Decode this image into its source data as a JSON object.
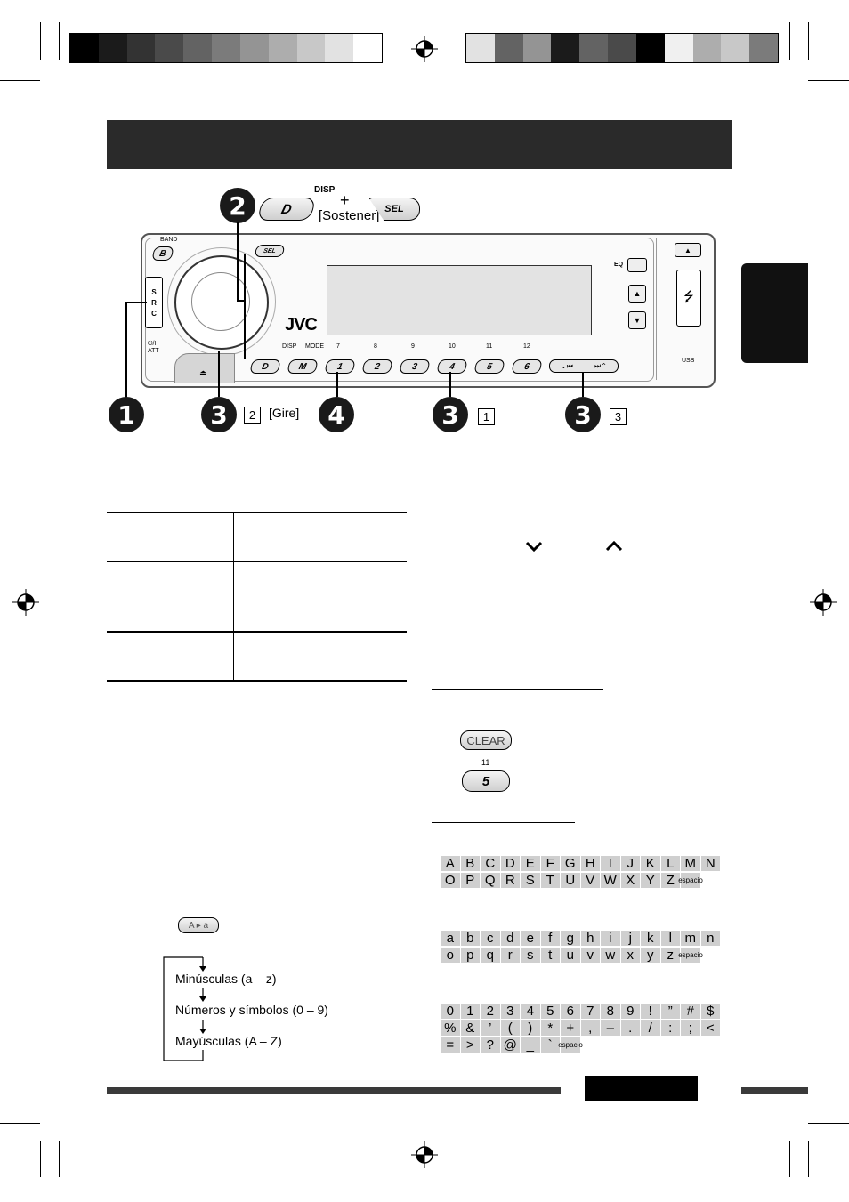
{
  "colors": {
    "title_bar": "#2a2a2a",
    "side_tab": "#111111",
    "char_cell": "#cfcfcf",
    "swatches_left": [
      "#000000",
      "#1b1b1b",
      "#333333",
      "#4a4a4a",
      "#636363",
      "#7b7b7b",
      "#949494",
      "#adadad",
      "#c8c8c8",
      "#e2e2e2",
      "#ffffff"
    ],
    "swatches_right": [
      "#e2e2e2",
      "#636363",
      "#949494",
      "#1b1b1b",
      "#636363",
      "#4a4a4a",
      "#000000",
      "#f0f0f0",
      "#adadad",
      "#c8c8c8",
      "#7b7b7b"
    ]
  },
  "top_callout": {
    "disp": "DISP",
    "plus": "+",
    "sostener": "[Sostener]",
    "d_button": "D",
    "sel_button": "SEL"
  },
  "radio": {
    "band": "BAND",
    "src": [
      "S",
      "R",
      "C"
    ],
    "att": "⏻/I\nATT",
    "sel": "SEL",
    "brand": "JVC",
    "eq": "EQ",
    "disp": "DISP",
    "mode": "MODE",
    "usb": "USB",
    "preset_numbers_top": [
      "7",
      "8",
      "9",
      "10",
      "11",
      "12"
    ],
    "buttons": [
      "D",
      "M",
      "1",
      "2",
      "3",
      "4",
      "5",
      "6"
    ]
  },
  "markers": {
    "m1": "1",
    "m2": "2",
    "m3a": "3",
    "m3a_box": "2",
    "m3a_text": "[Gire]",
    "m4": "4",
    "m3b": "3",
    "m3b_box": "1",
    "m3c": "3",
    "m3c_box": "3"
  },
  "right_column": {
    "clear_label": "CLEAR",
    "preset_small": "11",
    "preset_button": "5"
  },
  "charset": {
    "upper_row1": [
      "A",
      "B",
      "C",
      "D",
      "E",
      "F",
      "G",
      "H",
      "I",
      "J",
      "K",
      "L",
      "M",
      "N"
    ],
    "upper_row2": [
      "O",
      "P",
      "Q",
      "R",
      "S",
      "T",
      "U",
      "V",
      "W",
      "X",
      "Y",
      "Z",
      "espacio"
    ],
    "lower_row1": [
      "a",
      "b",
      "c",
      "d",
      "e",
      "f",
      "g",
      "h",
      "i",
      "j",
      "k",
      "l",
      "m",
      "n"
    ],
    "lower_row2": [
      "o",
      "p",
      "q",
      "r",
      "s",
      "t",
      "u",
      "v",
      "w",
      "x",
      "y",
      "z",
      "espacio"
    ],
    "sym_row1": [
      "0",
      "1",
      "2",
      "3",
      "4",
      "5",
      "6",
      "7",
      "8",
      "9",
      "!",
      "”",
      "#",
      "$"
    ],
    "sym_row2": [
      "%",
      "&",
      "’",
      "(",
      ")",
      "*",
      "+",
      ",",
      "–",
      ".",
      "/",
      ":",
      ";",
      "<"
    ],
    "sym_row3": [
      "=",
      ">",
      "?",
      "@",
      "_",
      "`",
      "espacio"
    ]
  },
  "case_flow": {
    "button_label": "A ▸ a",
    "step1": "Minúsculas (a – z)",
    "step2": "Números y símbolos (0 – 9)",
    "step3": "Mayúsculas (A – Z)"
  }
}
